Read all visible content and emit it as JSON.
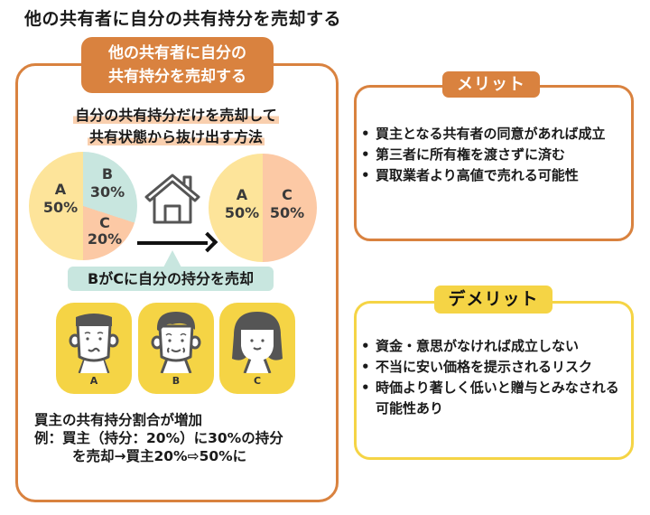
{
  "page_title": "他の共有者に自分の共有持分を売却する",
  "main": {
    "label_lines": [
      "他の共有者に自分の",
      "共有持分を売却する"
    ],
    "subtitle_lines": [
      "自分の共有持分だけを売却して",
      "共有状態から抜け出す方法"
    ],
    "pie_before": [
      {
        "owner": "A",
        "percent": "50%",
        "value": 50,
        "color": "#fde49a"
      },
      {
        "owner": "B",
        "percent": "30%",
        "value": 30,
        "color": "#c8e6df"
      },
      {
        "owner": "C",
        "percent": "20%",
        "value": 20,
        "color": "#fcc9a5"
      }
    ],
    "pie_after": [
      {
        "owner": "A",
        "percent": "50%",
        "value": 50,
        "color": "#fde49a"
      },
      {
        "owner": "C",
        "percent": "50%",
        "value": 50,
        "color": "#fcc9a5"
      }
    ],
    "icon_house": "house-icon",
    "icon_arrow": "arrow-right-icon",
    "callout": "BがCに自分の持分を売却",
    "faces": [
      {
        "letter": "A",
        "icon": "person-a-icon"
      },
      {
        "letter": "B",
        "icon": "person-b-icon"
      },
      {
        "letter": "C",
        "icon": "person-c-icon"
      }
    ],
    "note_lines": [
      "買主の共有持分割合が増加",
      "例：買主（持分：20%）に30%の持分",
      "を売却→買主20%⇨50%に"
    ]
  },
  "merit": {
    "label": "メリット",
    "items": [
      "買主となる共有者の同意があれば成立",
      "第三者に所有権を渡さずに済む",
      "買取業者より高値で売れる可能性"
    ]
  },
  "demerit": {
    "label": "デメリット",
    "items": [
      "資金・意思がなければ成立しない",
      "不当に安い価格を提示されるリスク",
      "時価より著しく低いと贈与とみなされる可能性あり"
    ]
  },
  "colors": {
    "orange": "#d9823f",
    "yellow": "#f5d445",
    "pie_yellow": "#fde49a",
    "pie_teal": "#c8e6df",
    "pie_peach": "#fcc9a5"
  },
  "chart_data": [
    {
      "type": "pie",
      "title": "Before",
      "categories": [
        "A",
        "B",
        "C"
      ],
      "values": [
        50,
        30,
        20
      ]
    },
    {
      "type": "pie",
      "title": "After",
      "categories": [
        "A",
        "C"
      ],
      "values": [
        50,
        50
      ]
    }
  ]
}
